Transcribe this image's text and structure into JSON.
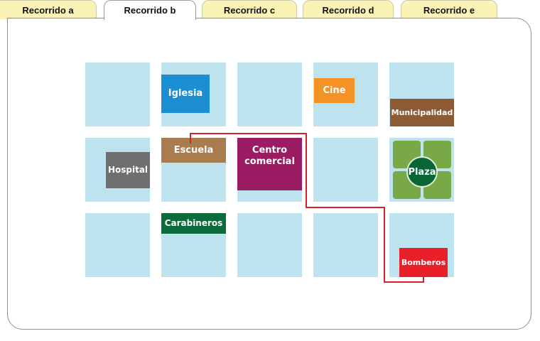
{
  "tabs": [
    {
      "label": "Recorrido a",
      "active": false
    },
    {
      "label": "Recorrido b",
      "active": true
    },
    {
      "label": "Recorrido c",
      "active": false
    },
    {
      "label": "Recorrido d",
      "active": false
    },
    {
      "label": "Recorrido e",
      "active": false
    }
  ],
  "places": {
    "iglesia": "Iglesia",
    "cine": "Cine",
    "municipalidad": "Municipalidad",
    "hospital": "Hospital",
    "escuela": "Escuela",
    "centro_comercial": "Centro comercial",
    "plaza": "Plaza",
    "carabineros": "Carabineros",
    "bomberos": "Bomberos"
  },
  "colors": {
    "block": "#bde3ee",
    "route": "#d7212a",
    "tab_inactive": "#fbf3b6",
    "iglesia": "#1b8fd2",
    "cine": "#f39325",
    "municipalidad": "#8c5b35",
    "hospital": "#6e6f71",
    "escuela": "#a97c50",
    "centro_comercial": "#9b1c63",
    "plaza_green": "#79a947",
    "plaza_circle": "#0a6535",
    "carabineros": "#0b6b3a",
    "bomberos": "#e8202a"
  }
}
